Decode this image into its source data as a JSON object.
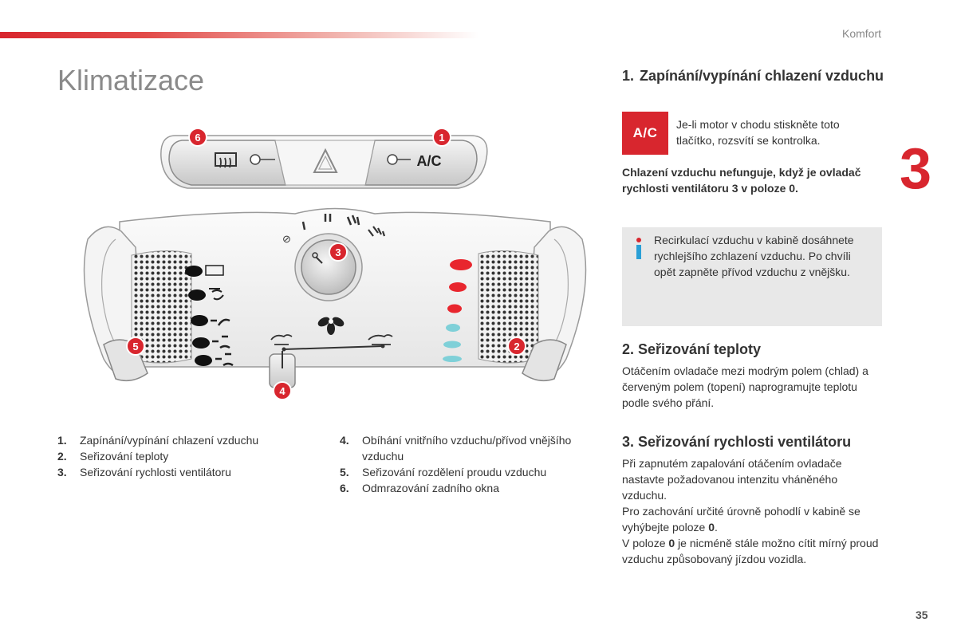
{
  "header": {
    "section": "Komfort",
    "chapter": "3"
  },
  "title": "Klimatizace",
  "page_number": "35",
  "panel": {
    "ac_label": "A/C"
  },
  "callouts": [
    "1",
    "2",
    "3",
    "4",
    "5",
    "6"
  ],
  "legend_left": [
    {
      "num": "1.",
      "text": "Zapínání/vypínání chlazení vzduchu"
    },
    {
      "num": "2.",
      "text": "Seřizování teploty"
    },
    {
      "num": "3.",
      "text": "Seřizování rychlosti ventilátoru"
    }
  ],
  "legend_right": [
    {
      "num": "4.",
      "text": "Obíhání vnitřního vzduchu/přívod vnějšího vzduchu"
    },
    {
      "num": "5.",
      "text": "Seřizování rozdělení proudu vzduchu"
    },
    {
      "num": "6.",
      "text": "Odmrazování zadního okna"
    }
  ],
  "section1": {
    "number": "1.",
    "title": "Zapínání/vypínání chlazení vzduchu",
    "badge": "A/C",
    "text": "Je-li motor v chodu stiskněte toto tlačítko, rozsvítí se kontrolka.",
    "warning": "Chlazení vzduchu nefunguje, když je ovladač rychlosti ventilátoru 3 v poloze 0."
  },
  "info": {
    "icon": "info-icon",
    "text": "Recirkulací vzduchu v kabině dosáhnete rychlejšího zchlazení vzduchu. Po chvíli opět zapněte přívod vzduchu z vnějšku."
  },
  "section2": {
    "title": "2. Seřizování teploty",
    "text": "Otáčením ovladače mezi modrým polem (chlad) a červeným polem (topení) naprogramujte teplotu podle svého přání."
  },
  "section3": {
    "title": "3. Seřizování rychlosti ventilátoru",
    "p1": "Při zapnutém zapalování otáčením ovladače nastavte požadovanou intenzitu vháněného vzduchu.",
    "p2_pre": "Pro zachování určité úrovně pohodlí v kabině se vyhýbejte poloze ",
    "p2_bold": "0",
    "p2_post": ".",
    "p3_pre": "V poloze ",
    "p3_bold": "0",
    "p3_post": " je nicméně stále možno cítit mírný proud vzduchu způsobovaný jízdou vozidla."
  },
  "colors": {
    "accent": "#d8262e",
    "cold": "#7fd0d8",
    "hot": "#e8262e"
  }
}
